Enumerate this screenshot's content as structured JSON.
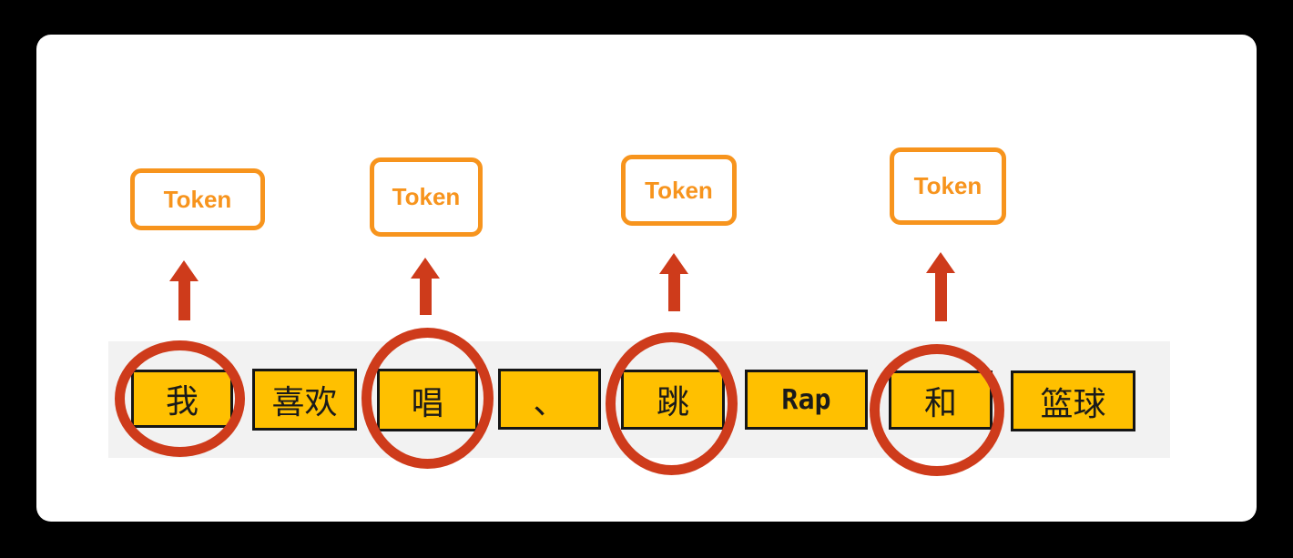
{
  "token_boxes": [
    {
      "label": "Token"
    },
    {
      "label": "Token"
    },
    {
      "label": "Token"
    },
    {
      "label": "Token"
    }
  ],
  "sentence": {
    "tokens": [
      {
        "text": "我",
        "circled": true
      },
      {
        "text": "喜欢",
        "circled": false
      },
      {
        "text": "唱",
        "circled": true
      },
      {
        "text": "、",
        "circled": false
      },
      {
        "text": "跳",
        "circled": true
      },
      {
        "text": "Rap",
        "circled": false
      },
      {
        "text": "和",
        "circled": true
      },
      {
        "text": "篮球",
        "circled": false
      }
    ]
  },
  "colors": {
    "page_background": "#000000",
    "card_background": "#FFFFFF",
    "strip_background": "#F2F2F2",
    "token_box_border": "#F7941D",
    "token_box_text": "#F7941D",
    "arrow": "#CE3B1B",
    "circle": "#CE3B1B",
    "cell_fill": "#FFC000",
    "cell_border": "#151515",
    "cell_text": "#1A1A1A"
  }
}
